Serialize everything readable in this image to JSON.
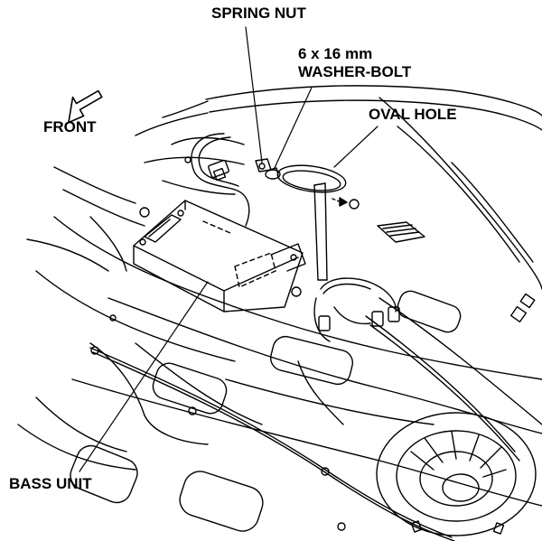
{
  "labels": {
    "spring_nut": "SPRING NUT",
    "washer_bolt_size": "6 x 16 mm",
    "washer_bolt": "WASHER-BOLT",
    "oval_hole": "OVAL HOLE",
    "front": "FRONT",
    "bass_unit": "BASS UNIT"
  },
  "icons": {
    "front_direction": "hollow-arrow-icon"
  },
  "colors": {
    "line": "#000000",
    "background": "#ffffff"
  }
}
